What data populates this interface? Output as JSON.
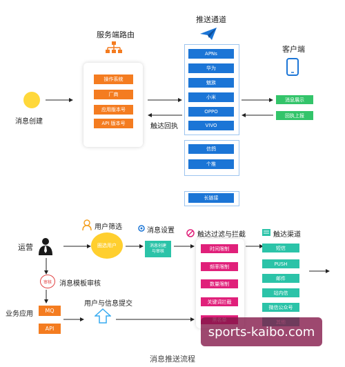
{
  "top": {
    "server_route": {
      "title": "服务端路由",
      "items": [
        "操作系统",
        "厂商",
        "应用版本号",
        "API 版本号"
      ]
    },
    "create": {
      "label": "消息创建"
    },
    "channel": {
      "title": "推送通道",
      "group1": [
        "APNs",
        "华为",
        "魅族",
        "小米",
        "OPPO",
        "VIVO"
      ],
      "group2": [
        "信鸽",
        "个推"
      ],
      "group3": [
        "长链接"
      ]
    },
    "receipt": {
      "label": "触达回执"
    },
    "client": {
      "title": "客户端",
      "items": [
        "消息展示",
        "回执上报"
      ]
    }
  },
  "bottom": {
    "operator": {
      "label": "运营"
    },
    "user_filter": {
      "title": "用户筛选",
      "circle": "圈选用户"
    },
    "msg_settings": {
      "title": "消息设置",
      "box": "消息创建\n与审核"
    },
    "filter_block": {
      "title": "触达过滤与拦截",
      "items": [
        "时间限制",
        "频率限制",
        "数量限制",
        "关键词拦截",
        "黑名单"
      ]
    },
    "channels": {
      "title": "触达渠道",
      "items": [
        "短信",
        "PUSH",
        "邮件",
        "站内信",
        "微信公众号",
        "其他"
      ]
    },
    "audit": {
      "badge": "审核",
      "label": "消息模板审核"
    },
    "biz_app": {
      "label": "业务应用",
      "mq": "MQ",
      "api": "API"
    },
    "submit": {
      "label": "用户与信息提交"
    }
  },
  "watermark": "sports-kaibo.com",
  "caption": "消息推送流程"
}
